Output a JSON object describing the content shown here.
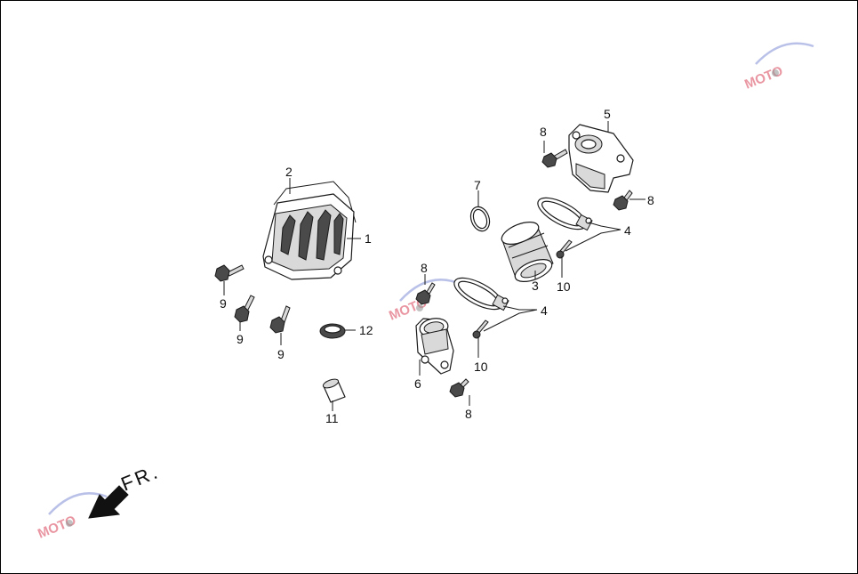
{
  "callouts": [
    "1",
    "2",
    "3",
    "4",
    "4",
    "5",
    "6",
    "7",
    "8",
    "8",
    "8",
    "8",
    "9",
    "9",
    "9",
    "10",
    "10",
    "11",
    "12"
  ],
  "direction": "FR.",
  "watermark": "MOTO",
  "colors": {
    "line": "#1a1a1a",
    "watermark_text": "#e06b7b",
    "watermark_arc": "#8c97d9"
  }
}
